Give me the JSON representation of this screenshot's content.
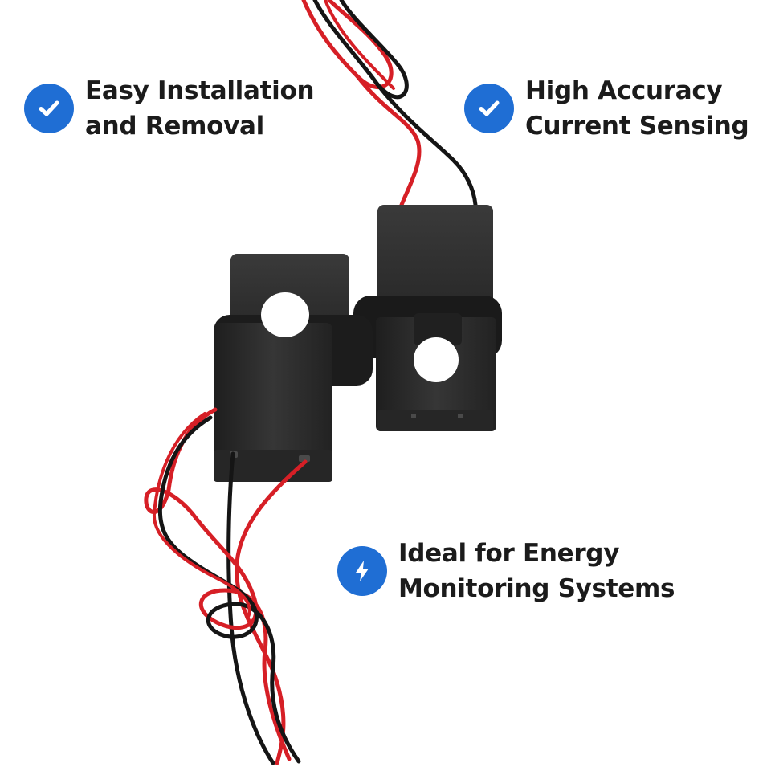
{
  "features": [
    {
      "icon": "check-icon",
      "line1": "Easy Installation",
      "line2": "and Removal"
    },
    {
      "icon": "check-icon",
      "line1": "High Accuracy",
      "line2": "Current Sensing"
    },
    {
      "icon": "lightning-bolt-icon",
      "line1": "Ideal for Energy",
      "line2": "Monitoring Systems"
    }
  ],
  "colors": {
    "badge": "#1f6ed4",
    "badge_icon": "#ffffff",
    "text": "#1b1b1b",
    "sensor_body": "#2b2b2b",
    "wire_red": "#d61f26",
    "wire_black": "#151515",
    "background": "#ffffff"
  }
}
